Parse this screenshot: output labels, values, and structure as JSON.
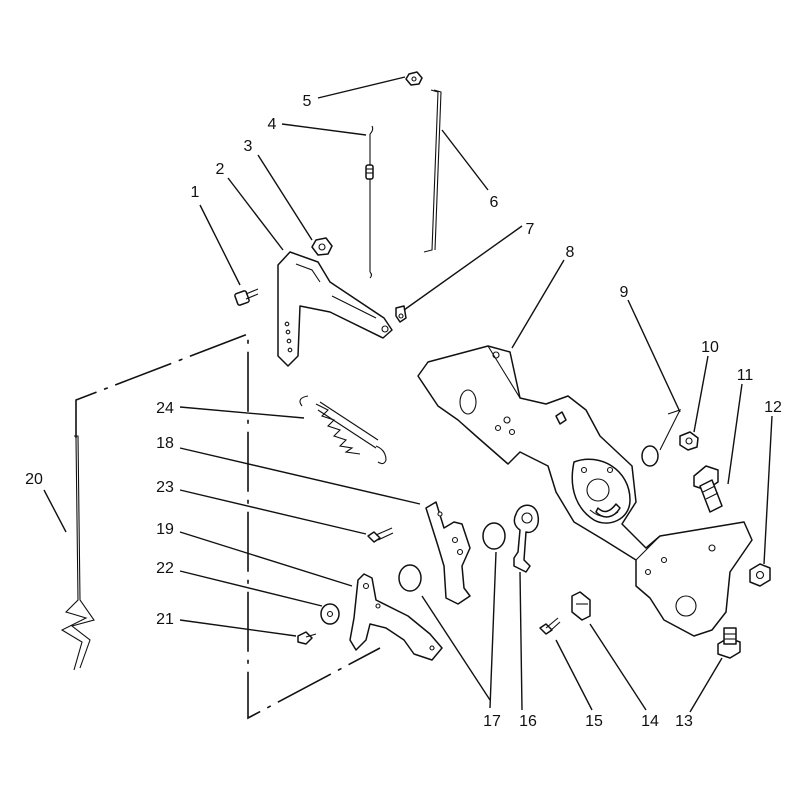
{
  "diagram": {
    "line_color": "#111111",
    "background": "#ffffff",
    "parts": [
      {
        "id": "part-1",
        "label": "1"
      },
      {
        "id": "part-2",
        "label": "2"
      },
      {
        "id": "part-3",
        "label": "3"
      },
      {
        "id": "part-4",
        "label": "4"
      },
      {
        "id": "part-5",
        "label": "5"
      },
      {
        "id": "part-6",
        "label": "6"
      },
      {
        "id": "part-7",
        "label": "7"
      },
      {
        "id": "part-8",
        "label": "8"
      },
      {
        "id": "part-9",
        "label": "9"
      },
      {
        "id": "part-10",
        "label": "10"
      },
      {
        "id": "part-11",
        "label": "11"
      },
      {
        "id": "part-12",
        "label": "12"
      },
      {
        "id": "part-13",
        "label": "13"
      },
      {
        "id": "part-14",
        "label": "14"
      },
      {
        "id": "part-15",
        "label": "15"
      },
      {
        "id": "part-16",
        "label": "16"
      },
      {
        "id": "part-17",
        "label": "17"
      },
      {
        "id": "part-18",
        "label": "18"
      },
      {
        "id": "part-19",
        "label": "19"
      },
      {
        "id": "part-20",
        "label": "20"
      },
      {
        "id": "part-21",
        "label": "21"
      },
      {
        "id": "part-22",
        "label": "22"
      },
      {
        "id": "part-23",
        "label": "23"
      },
      {
        "id": "part-24",
        "label": "24"
      }
    ]
  }
}
